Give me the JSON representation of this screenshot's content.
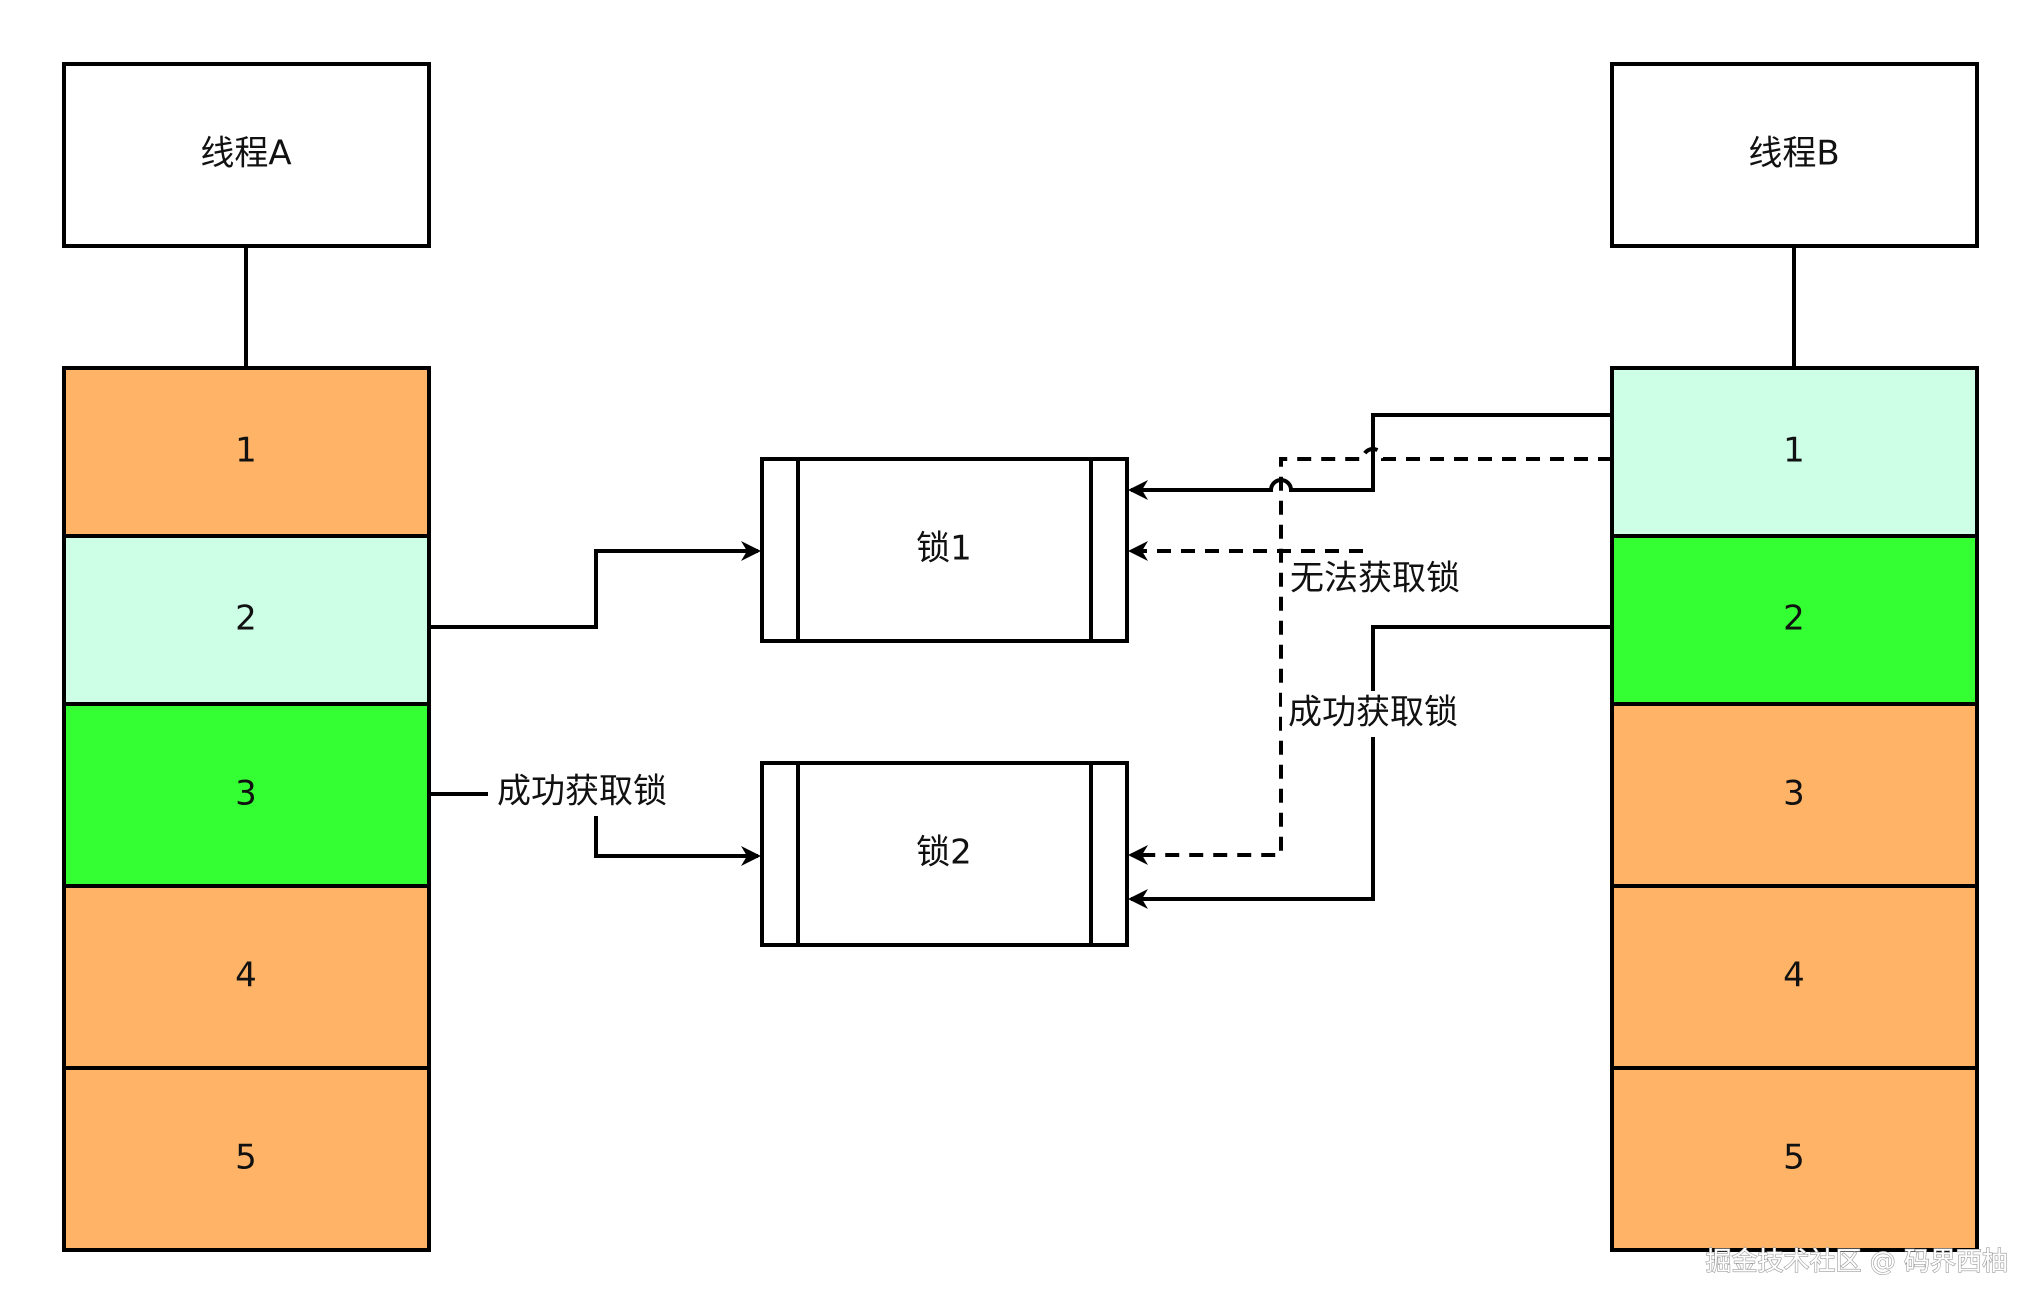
{
  "thread_a": {
    "title": "线程A",
    "steps": [
      {
        "label": "1",
        "color": "#FFB366"
      },
      {
        "label": "2",
        "color": "#CCFFE6"
      },
      {
        "label": "3",
        "color": "#33FF33"
      },
      {
        "label": "4",
        "color": "#FFB366"
      },
      {
        "label": "5",
        "color": "#FFB366"
      }
    ]
  },
  "thread_b": {
    "title": "线程B",
    "steps": [
      {
        "label": "1",
        "color": "#CCFFE6"
      },
      {
        "label": "2",
        "color": "#33FF33"
      },
      {
        "label": "3",
        "color": "#FFB366"
      },
      {
        "label": "4",
        "color": "#FFB366"
      },
      {
        "label": "5",
        "color": "#FFB366"
      }
    ]
  },
  "locks": {
    "lock1": "锁1",
    "lock2": "锁2"
  },
  "edge_labels": {
    "a_step3_to_lock2": "成功获取锁",
    "b_step1_to_lock2": "无法获取锁",
    "b_step2_to_lock2": "成功获取锁"
  },
  "watermark": "掘金技术社区 @ 码界西柚",
  "colors": {
    "stroke": "#000000",
    "background": "#FFFFFF"
  }
}
